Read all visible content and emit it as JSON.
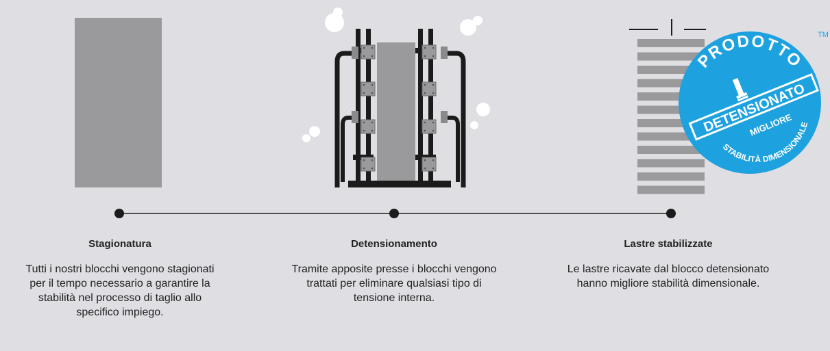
{
  "steps": [
    {
      "title": "Stagionatura",
      "desc": "Tutti i nostri blocchi vengono stagionati per il tempo necessario a garantire la stabilità nel processo di taglio allo specifico impiego."
    },
    {
      "title": "Detensionamento",
      "desc": "Tramite apposite presse i blocchi vengono trattati per eliminare qualsiasi tipo di tensione interna."
    },
    {
      "title": "Lastre stabilizzate",
      "desc": "Le lastre ricavate dal blocco detensionato hanno migliore stabilità dimensionale."
    }
  ],
  "badge": {
    "top": "PRODOTTO",
    "band": "DETENSIONATO",
    "line1": "MIGLIORE",
    "line2": "STABILITÀ DIMENSIONALE",
    "tm": "TM"
  },
  "colors": {
    "background": "#dedee3",
    "block": "#9a9a9c",
    "dark": "#1b1b1b",
    "badge": "#1ea2df",
    "bubble": "#ffffff"
  }
}
